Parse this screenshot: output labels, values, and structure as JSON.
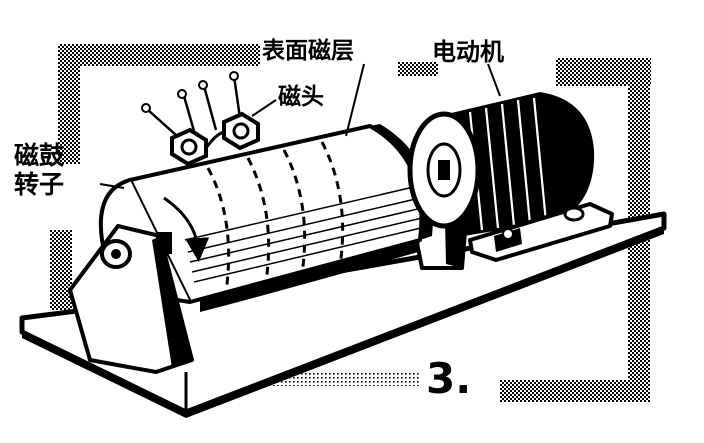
{
  "labels": {
    "surface_layer": "表面磁层",
    "motor": "电动机",
    "magnetic_head": "磁头",
    "drum_line1": "磁鼓",
    "drum_line2": "转子"
  },
  "figure_number": "3.",
  "colors": {
    "ink": "#000000",
    "paper": "#ffffff",
    "halftone": "#8a8a8a"
  }
}
